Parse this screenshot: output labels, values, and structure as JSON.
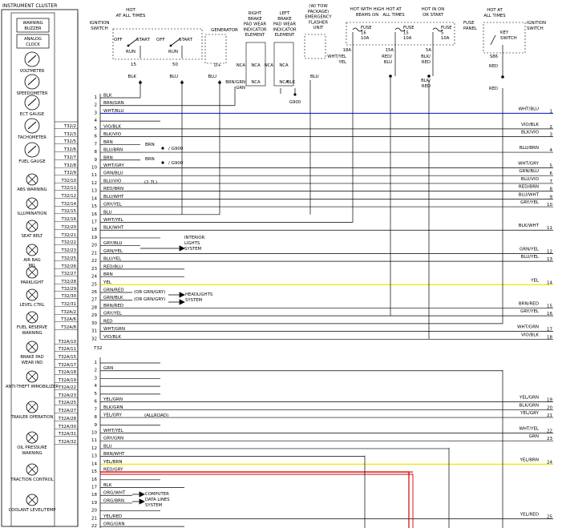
{
  "title": "INSTRUMENT CLUSTER",
  "cluster_items": [
    {
      "label": "WARNING BUZZER",
      "kind": "box"
    },
    {
      "label": "ANALOG CLOCK",
      "kind": "box"
    },
    {
      "label": "VOLTMETER",
      "kind": "gauge"
    },
    {
      "label": "SPEEDOMETER",
      "kind": "gauge"
    },
    {
      "label": "ECT GAUGE",
      "kind": "gauge"
    },
    {
      "label": "TACHOMETER",
      "kind": "gauge"
    },
    {
      "label": "FUEL GAUGE",
      "kind": "gauge"
    },
    {
      "label": "ABS WARNING",
      "kind": "lamp"
    },
    {
      "label": "ILLUMINATION",
      "kind": "lamp"
    },
    {
      "label": "SEAT BELT",
      "kind": "lamp"
    },
    {
      "label": "AIR BAG MIL",
      "kind": "lamp"
    },
    {
      "label": "PARKLIGHT",
      "kind": "lamp"
    },
    {
      "label": "LEVEL CTRL",
      "kind": "lamp"
    },
    {
      "label": "FUEL RESERVE WARNING",
      "kind": "lamp"
    },
    {
      "label": "BRAKE PAD WEAR IND",
      "kind": "lamp"
    },
    {
      "label": "ANTI-THEFT IMMOBILIZER",
      "kind": "lamp"
    },
    {
      "label": "TRAILER OPERATION",
      "kind": "lamp"
    },
    {
      "label": "OIL PRESSURE WARNING",
      "kind": "lamp"
    },
    {
      "label": "TRACTION CONTROL",
      "kind": "lamp"
    },
    {
      "label": "COOLANT LEVEL/TEMP",
      "kind": "lamp"
    }
  ],
  "connector_t32": [
    "T32/2",
    "T32/3",
    "T32/5",
    "T32/6",
    "T32/7",
    "T32/8",
    "T32/9",
    "T32/10",
    "T32/11",
    "T32/12",
    "T32/14",
    "T32/15",
    "T32/16",
    "T32/20",
    "T32/21",
    "T32/22",
    "T32/23",
    "T32/25",
    "T32/26",
    "T32/27",
    "T32/28",
    "T32/29",
    "T32/30",
    "T32/31",
    "T32A/2",
    "T32A/6",
    "T32A/8"
  ],
  "connector_t32a": [
    "T32A/10",
    "T32A/11",
    "T32A/15",
    "T32A/17",
    "T32A/18",
    "T32A/19",
    "T32A/22",
    "T32A/23",
    "T32A/25",
    "T32A/27",
    "T32A/28",
    "T32A/30",
    "T32A/31",
    "T32A/32"
  ],
  "pin_block_1": [
    {
      "pin": "1",
      "wire": "BLK"
    },
    {
      "pin": "2",
      "wire": "BRN/GRN"
    },
    {
      "pin": "3",
      "wire": "WHT/BLU"
    },
    {
      "pin": "4",
      "wire": ""
    },
    {
      "pin": "5",
      "wire": "VIO/BLK"
    },
    {
      "pin": "6",
      "wire": "BLK/VIO"
    },
    {
      "pin": "7",
      "wire": "BRN"
    },
    {
      "pin": "8",
      "wire": "BLU/BRN"
    },
    {
      "pin": "9",
      "wire": "BRN"
    },
    {
      "pin": "10",
      "wire": "WHT/GRY"
    },
    {
      "pin": "11",
      "wire": "GRN/BLU"
    },
    {
      "pin": "12",
      "wire": "BLU/VIO"
    },
    {
      "pin": "13",
      "wire": "RED/BRN"
    },
    {
      "pin": "14",
      "wire": "BLU/WHT"
    },
    {
      "pin": "15",
      "wire": "GRY/YEL"
    },
    {
      "pin": "16",
      "wire": "BLU"
    },
    {
      "pin": "17",
      "wire": "WHT/YEL"
    },
    {
      "pin": "18",
      "wire": "BLK/WHT"
    },
    {
      "pin": "19",
      "wire": ""
    },
    {
      "pin": "20",
      "wire": "GRY/BLU"
    },
    {
      "pin": "21",
      "wire": "GRN/YEL"
    },
    {
      "pin": "22",
      "wire": "BLU/YEL"
    },
    {
      "pin": "23",
      "wire": "RED/BLU"
    },
    {
      "pin": "24",
      "wire": "BRN"
    },
    {
      "pin": "25",
      "wire": "YEL"
    },
    {
      "pin": "26",
      "wire": "GRN/RED"
    },
    {
      "pin": "27",
      "wire": "GRN/BLK"
    },
    {
      "pin": "28",
      "wire": "BRN/RED"
    },
    {
      "pin": "29",
      "wire": "GRY/YEL"
    },
    {
      "pin": "30",
      "wire": "RED"
    },
    {
      "pin": "31",
      "wire": "WHT/GRN"
    },
    {
      "pin": "32",
      "wire": "VIO/BLK"
    }
  ],
  "pin_block_2": [
    {
      "pin": "1",
      "wire": ""
    },
    {
      "pin": "2",
      "wire": "GRN"
    },
    {
      "pin": "3",
      "wire": ""
    },
    {
      "pin": "4",
      "wire": ""
    },
    {
      "pin": "5",
      "wire": ""
    },
    {
      "pin": "6",
      "wire": "YEL/GRN"
    },
    {
      "pin": "7",
      "wire": "BLK/GRN"
    },
    {
      "pin": "8",
      "wire": "YEL/GRY"
    },
    {
      "pin": "9",
      "wire": ""
    },
    {
      "pin": "10",
      "wire": "WHT/YEL"
    },
    {
      "pin": "11",
      "wire": "GRY/GRN"
    },
    {
      "pin": "12",
      "wire": "BLU"
    },
    {
      "pin": "13",
      "wire": "BRN/WHT"
    },
    {
      "pin": "14",
      "wire": "YEL/BRN"
    },
    {
      "pin": "15",
      "wire": "RED/GRY"
    },
    {
      "pin": "16",
      "wire": ""
    },
    {
      "pin": "17",
      "wire": "BLK"
    },
    {
      "pin": "18",
      "wire": "ORG/WHT"
    },
    {
      "pin": "19",
      "wire": "ORG/BRN"
    },
    {
      "pin": "20",
      "wire": ""
    },
    {
      "pin": "21",
      "wire": "YEL/RED"
    },
    {
      "pin": "22",
      "wire": "ORG/GRN"
    }
  ],
  "connector_label": "T32",
  "right_wires": [
    {
      "label": "WHT/BLU",
      "num": "1"
    },
    {
      "label": "VIO/BLK",
      "num": "2"
    },
    {
      "label": "BLK/VIO",
      "num": "3"
    },
    {
      "label": "BLU/BRN",
      "num": "4"
    },
    {
      "label": "WHT/GRY",
      "num": "5"
    },
    {
      "label": "GRN/BLU",
      "num": "6"
    },
    {
      "label": "BLU/VIO",
      "num": "7"
    },
    {
      "label": "RED/BRN",
      "num": "8"
    },
    {
      "label": "BLU/WHT",
      "num": "9"
    },
    {
      "label": "GRY/YEL",
      "num": "10"
    },
    {
      "label": "BLK/WHT",
      "num": "11"
    },
    {
      "label": "GRN/YEL",
      "num": "12"
    },
    {
      "label": "BLU/YEL",
      "num": "13"
    },
    {
      "label": "YEL",
      "num": "14"
    },
    {
      "label": "BRN/RED",
      "num": "15"
    },
    {
      "label": "GRY/YEL",
      "num": "16"
    },
    {
      "label": "WHT/GRN",
      "num": "17"
    },
    {
      "label": "VIO/BLK",
      "num": "18"
    },
    {
      "label": "YEL/GRN",
      "num": "19"
    },
    {
      "label": "BLK/GRN",
      "num": "20"
    },
    {
      "label": "YEL/GRY",
      "num": "21"
    },
    {
      "label": "WHT/YEL",
      "num": "22"
    },
    {
      "label": "GRN",
      "num": "23"
    },
    {
      "label": "YEL/BRN",
      "num": "24"
    },
    {
      "label": "YEL/RED",
      "num": "25"
    }
  ],
  "top": {
    "ignition_switch_left": "IGNITION SWITCH",
    "hot_at_all_times_1": "HOT AT ALL TIMES",
    "generator": "GENERATOR",
    "right_brake_pad": "RIGHT BRAKE PAD WEAR INDICATOR ELEMENT",
    "left_brake_pad": "LEFT BRAKE PAD WEAR INDICATOR ELEMENT",
    "tow_package": "(W/ TOW PACKAGE) EMERGENCY FLASHER UNIT",
    "hot_high_beams": "HOT WITH HIGH BEAMS ON",
    "hot_at_all_times_2": "HOT AT ALL TIMES",
    "hot_in_run": "HOT IN ON OR START",
    "fuse_panel": "FUSE PANEL",
    "hot_at_all_times_3": "HOT AT ALL TIMES",
    "ignition_switch_right": "IGNITION SWITCH",
    "key_switch": "KEY SWITCH",
    "off": "OFF",
    "start": "START",
    "run": "RUN",
    "pin_15": "15",
    "pin_50": "50",
    "dplus": "D+",
    "nca": "NCA",
    "s86": "S86",
    "g900": "G900",
    "fuse16": {
      "name": "FUSE",
      "num": "16",
      "amps": "10A",
      "terminal": "18A"
    },
    "fuse15": {
      "name": "FUSE",
      "num": "15",
      "amps": "10A",
      "terminal": "15A"
    },
    "fuse5": {
      "name": "FUSE",
      "num": "5",
      "amps": "10A",
      "terminal": "5A"
    }
  },
  "top_wire_labels": {
    "ign_blk": "BLK",
    "ign_blu": "BLU",
    "gen_blu": "BLU",
    "rbp": "BRN/GRN",
    "lbp": "BLK",
    "tow_blu": "BLU",
    "hb": "WHT/YEL",
    "f15": "RED/BLU",
    "f5a": "BLK/RED",
    "f5b": "BLK/RED",
    "key_red": "RED",
    "key_red2": "RED"
  },
  "annotations": {
    "g900_1": "G900",
    "g900_2": "G900",
    "brn_1": "BRN",
    "brn_2": "BRN",
    "engine": "(2.7L)",
    "interior": "INTERIOR LIGHTS SYSTEM",
    "or_grn_gry_1": "(OR GRN/GRY)",
    "or_grn_gry_2": "(OR GRN/GRY)",
    "headlights": "HEADLIGHTS SYSTEM",
    "allroad": "(ALLROAD)",
    "computer": "COMPUTER DATA LINES SYSTEM"
  },
  "colors": {
    "blue_wire": "#1c2bd8",
    "yellow_wire": "#f0e600",
    "red_wire": "#d40000",
    "ink": "#000000"
  }
}
